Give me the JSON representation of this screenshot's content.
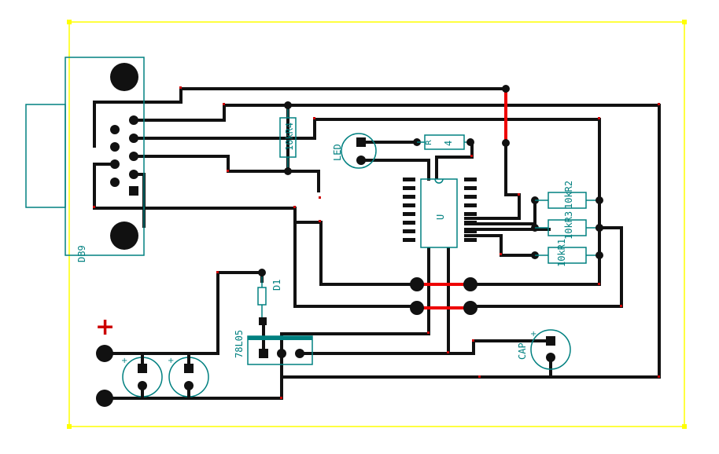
{
  "colors": {
    "background": "#ffffff",
    "board_outline": "#ffff00",
    "trace": "#111111",
    "jumper": "#ee0000",
    "silkscreen": "#008080",
    "pad": "#111111",
    "polarity": "#cc0000"
  },
  "labels": {
    "connector": "DB9",
    "resistor_top": "10kR4",
    "led": "LED",
    "resistor_led": "4",
    "resistor_led_prefix": "R",
    "ic": "U",
    "resistor_right_1": "10kR2",
    "resistor_right_2": "10kR3",
    "resistor_right_3": "10kR1",
    "diode": "D1",
    "regulator": "78L05",
    "capacitor": "CAP",
    "plus_sign": "+",
    "cap_plus": "+"
  }
}
